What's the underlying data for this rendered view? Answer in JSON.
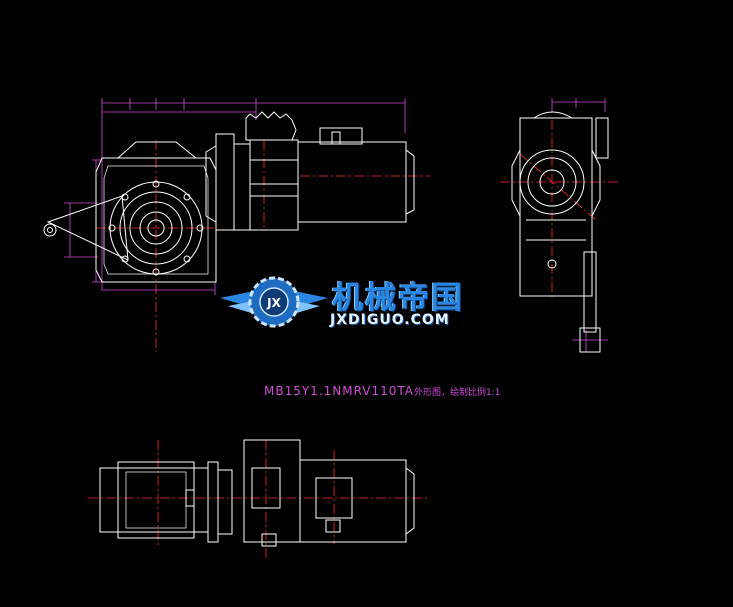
{
  "drawing": {
    "caption": "MB15Y1.1NMRV110TA",
    "caption_cjk": "外形图，绘制比例1:1",
    "colors": {
      "background": "#000000",
      "outline": "#ffffff",
      "dimension": "#d24bd8",
      "centerline": "#ff2a2a",
      "hatch": "#3b6fd8"
    }
  },
  "watermark": {
    "brand_cn": "机械帝国",
    "brand_en": "JXDIGUO.COM",
    "emblem_letters": "JX",
    "colors": {
      "primary": "#2a86e0",
      "light": "#cfe6ff"
    }
  }
}
